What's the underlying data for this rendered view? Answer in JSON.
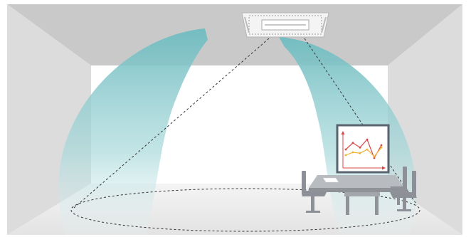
{
  "scene": {
    "room": {
      "ceiling_color": "#c9c9c9",
      "left_wall_color": "#dedede",
      "right_wall_color": "#dedede",
      "floor_color": "#efefef",
      "back_wall_color": "#ffffff"
    },
    "airflow": {
      "color": "#8cc9cc",
      "streams": [
        "left-stream",
        "right-stream"
      ]
    },
    "ac_unit": {
      "name": "ceiling-cassette-ac-icon",
      "color": "#f2f2f2"
    },
    "coverage_zone": {
      "shape": "ellipse",
      "style": "dashed",
      "color": "#333333"
    },
    "whiteboard": {
      "frame_color": "#5a6470",
      "chart": {
        "series": [
          {
            "color": "#d94848",
            "values": [
              0.55,
              0.78,
              0.62,
              0.9,
              0.25,
              0.7
            ]
          },
          {
            "color": "#f2b233",
            "values": [
              0.35,
              0.45,
              0.42,
              0.55,
              0.3,
              0.62
            ]
          }
        ]
      }
    },
    "furniture": {
      "table_color": "#a3a6ab",
      "chair_color": "#8d9096",
      "items": [
        "meeting-table",
        "left-chair",
        "right-chair-back",
        "right-chair-front",
        "paper-sheet"
      ]
    }
  }
}
